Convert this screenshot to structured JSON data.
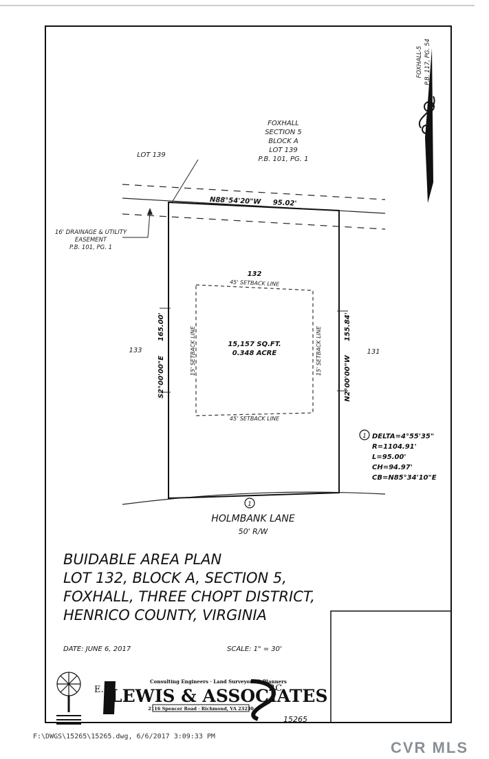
{
  "adjacent": {
    "foxhall_label": [
      "FOXHALL",
      "SECTION 5",
      "BLOCK A",
      "LOT 139",
      "P.B. 101, PG. 1"
    ],
    "lot_139": "LOT 139",
    "lot_133": "133",
    "lot_131": "131",
    "foxhall_ref": [
      "FOXHALL-5",
      "P.B. 117, PG. 54"
    ]
  },
  "easement": [
    "16' DRAINAGE & UTILITY",
    "EASEMENT",
    "P.B. 101, PG. 1"
  ],
  "lot": {
    "number": "132",
    "area_sqft": "15,157 SQ.FT.",
    "area_acre": "0.348 ACRE",
    "top_bearing": "N88°54'20\"W",
    "top_distance": "95.02'",
    "left_bearing": "S2°00'00\"E",
    "left_distance": "165.00'",
    "right_bearing": "N2°00'00\"W",
    "right_distance": "155.84'",
    "setback_front": "45' SETBACK LINE",
    "setback_rear": "45' SETBACK LINE",
    "setback_left": "15' SETBACK LINE",
    "setback_right": "15' SETBACK LINE"
  },
  "curve": {
    "number": "1",
    "delta": "DELTA=4°55'35\"",
    "radius": "R=1104.91'",
    "length": "L=95.00'",
    "chord": "CH=94.97'",
    "chord_bearing": "CB=N85°34'10\"E"
  },
  "street": {
    "name": "HOLMBANK LANE",
    "row": "50' R/W"
  },
  "title": [
    "BUIDABLE AREA PLAN",
    "LOT 132, BLOCK A, SECTION 5,",
    "FOXHALL, THREE CHOPT DISTRICT,",
    "HENRICO COUNTY, VIRGINIA"
  ],
  "date": "DATE: JUNE 6, 2017",
  "scale": "SCALE: 1\" = 30'",
  "company": {
    "prefix": "E.D.",
    "name_main": "LEWIS & ASSOCIATES",
    "suffix": "P.C.",
    "tagline": "Consulting Engineers · Land Surveyors & Planners",
    "address": "2116 Spencer Road · Richmond, VA 23230"
  },
  "job_number": "15265",
  "file_path": "F:\\DWGS\\15265\\15265.dwg, 6/6/2017 3:09:33 PM",
  "watermark": "CVR MLS"
}
